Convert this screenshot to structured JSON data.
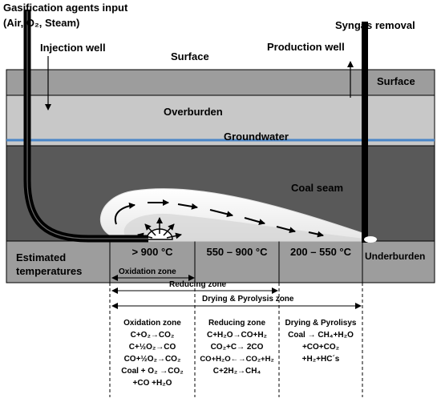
{
  "labels": {
    "agents_line1": "Gasification agents input",
    "agents_line2": "(Air, O₂, Steam)",
    "injection_well": "Injection well",
    "surface_top": "Surface",
    "syngas_removal": "Syngas removal",
    "production_well": "Production well",
    "surface_layer": "Surface",
    "overburden": "Overburden",
    "groundwater": "Groundwater",
    "coal_seam": "Coal seam",
    "underburden": "Underburden",
    "estimated_temperatures": "Estimated\ntemperatures",
    "temp_oxidation": "> 900 °C",
    "temp_reducing": "550 – 900 °C",
    "temp_drying": "200 – 550 °C",
    "span_oxidation": "Oxidation zone",
    "span_reducing": "Reducing zone",
    "span_drying": "Drying & Pyrolysis zone"
  },
  "reactions": {
    "oxidation": {
      "title": "Oxidation zone",
      "lines": [
        "C+O₂→CO₂",
        "C+½O₂→CO",
        "CO+½O₂→CO₂",
        "Coal + O₂ →CO₂",
        "+CO +H₂O"
      ]
    },
    "reducing": {
      "title": "Reducing zone",
      "lines": [
        "C+H₂O→CO+H₂",
        "CO₂+C→ 2CO",
        "CO+H₂O←→CO₂+H₂",
        "C+2H₂→CH₄"
      ]
    },
    "drying": {
      "title": "Drying & Pyrolisys",
      "lines": [
        "Coal → CH₄+H₂O",
        "+CO+CO₂",
        "+H₂+HC´s"
      ]
    }
  },
  "colors": {
    "surface": "#9d9d9d",
    "overburden": "#c8c8c8",
    "groundwater_line": "#4a86c8",
    "coal_seam": "#595959",
    "temperature_band": "#9d9d9d",
    "well": "#000000",
    "cavity": "#ffffff"
  }
}
